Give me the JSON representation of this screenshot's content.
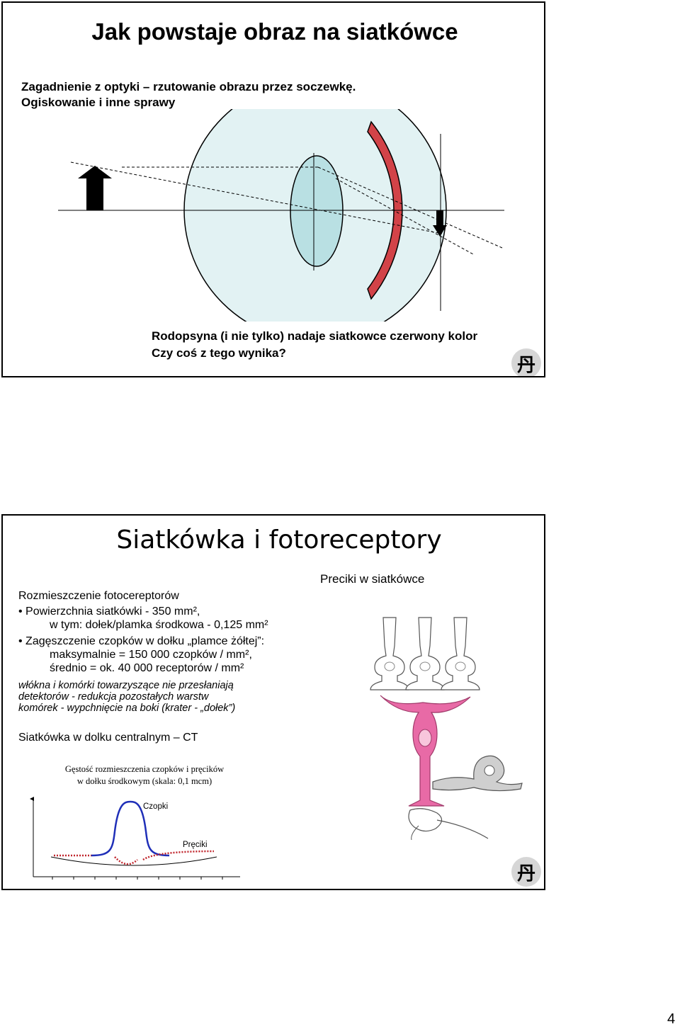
{
  "slide1": {
    "title": "Jak powstaje obraz na siatkówce",
    "subtitle_line1": "Zagadnienie z optyki – rzutowanie obrazu przez soczewkę.",
    "subtitle_line2": "Ogiskowanie i inne sprawy",
    "bottom_line1": "Rodopsyna (i nie tylko) nadaje siatkowce czerwony kolor",
    "bottom_line2": "Czy coś z tego wynika?",
    "seal_glyph": "丹",
    "colors": {
      "eyeball": "#e2f2f3",
      "lens": "#b9e0e3",
      "retina": "#d24348"
    }
  },
  "slide2": {
    "title": "Siatkówka i fotoreceptory",
    "preciki_label": "Preciki w siatkówce",
    "heading": "Rozmieszczenie fotocereptorów",
    "bullet1_line1": "Powierzchnia siatkówki - 350 mm²,",
    "bullet1_line2": "w tym: dołek/plamka środkowa - 0,125 mm²",
    "bullet2_line1": "Zagęszczenie czopków w dołku „plamce żółtej”:",
    "bullet2_line2": "maksymalnie = 150 000 czopków / mm²,",
    "bullet2_line3": "średnio = ok. 40 000 receptorów / mm²",
    "italic_line1": "włókna i komórki towarzyszące nie przesłaniają",
    "italic_line2": "detektorów - redukcja pozostałych warstw",
    "italic_line3": "komórek - wypchnięcie na boki (krater - „dołek”)",
    "ct_line": "Siatkówka w dolku centralnym – CT",
    "density_title_line1": "Gęstość rozmieszczenia czopków i pręcików",
    "density_title_line2": "w dołku środkowym (skala: 0,1 mcm)",
    "czopki_label": "Czopki",
    "preciki_curve_label": "Pręciki",
    "seal_glyph": "丹",
    "colors": {
      "cones": "#1f2fb8",
      "rods": "#c0262d",
      "pink_cell": "#e86aa6",
      "gray_cell": "#cfcfcf"
    }
  },
  "page_number": "4"
}
